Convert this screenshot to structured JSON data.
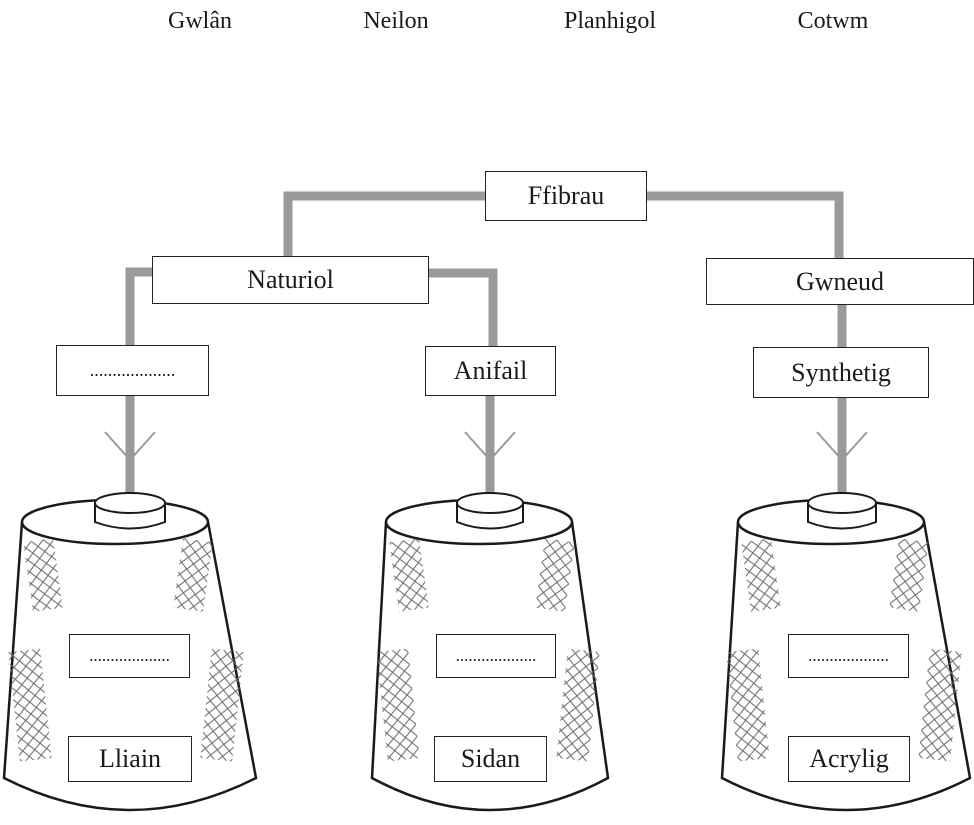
{
  "word_bank": [
    "Gwlân",
    "Neilon",
    "Planhigol",
    "Cotwm"
  ],
  "root": "Ffibrau",
  "level1": {
    "left": "Naturiol",
    "right": "Gwneud"
  },
  "level2": {
    "blank": "...................",
    "animal": "Anifail",
    "synthetic": "Synthetig"
  },
  "spools": [
    {
      "blank": "...................",
      "label": "Lliain"
    },
    {
      "blank": "...................",
      "label": "Sidan"
    },
    {
      "blank": "...................",
      "label": "Acrylig"
    }
  ],
  "colors": {
    "connector": "#9a9a9a",
    "outline": "#1a1a1a",
    "hatch": "#6a6a6a"
  }
}
